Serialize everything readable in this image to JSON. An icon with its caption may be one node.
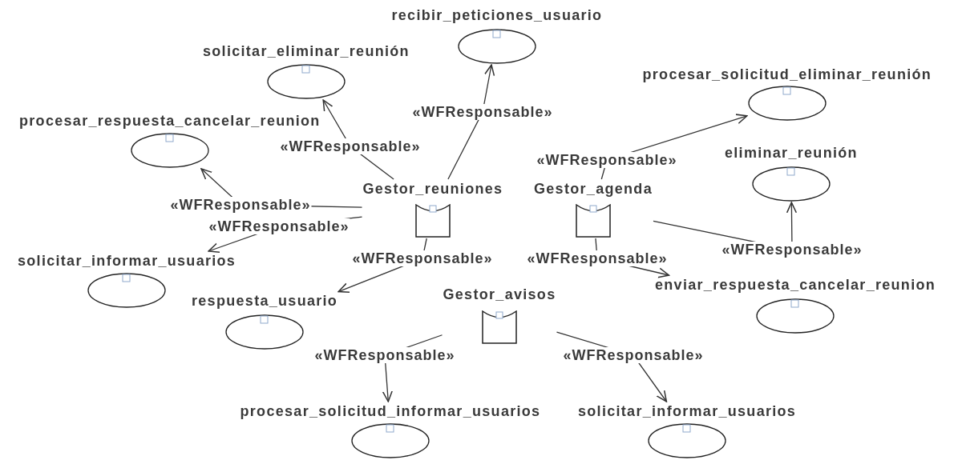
{
  "diagram": {
    "nodes": [
      {
        "text": [
          "recibir_peticiones_usuario"
        ]
      },
      {
        "text": [
          "solicitar_eliminar_reunión"
        ]
      },
      {
        "text": [
          "procesar_solicitud_eliminar_reunión"
        ]
      },
      {
        "text": [
          "procesar_respuesta_cancelar_reunion"
        ]
      },
      {
        "text": [
          "eliminar_reunión"
        ]
      },
      {
        "text": [
          "Gestor_reuniones"
        ]
      },
      {
        "text": [
          "Gestor_agenda"
        ]
      },
      {
        "text": [
          "solicitar_informar_usuarios"
        ]
      },
      {
        "text": [
          "enviar_respuesta_cancelar_reunion"
        ]
      },
      {
        "text": [
          "respuesta_usuario"
        ]
      },
      {
        "text": [
          "Gestor_avisos"
        ]
      },
      {
        "text": [
          "procesar_solicitud_informar_usuarios"
        ]
      },
      {
        "text": [
          "solicitar_informar_usuarios"
        ]
      }
    ],
    "edges": [
      {
        "from": 5,
        "to": 1,
        "arrow": "to",
        "label": "«WFResponsable»"
      },
      {
        "from": 5,
        "to": 0,
        "arrow": "to",
        "label": "«WFResponsable»"
      },
      {
        "from": 5,
        "to": 3,
        "arrow": "to",
        "label": "«WFResponsable»"
      },
      {
        "from": 5,
        "to": 7,
        "arrow": "to",
        "label": "«WFResponsable»"
      },
      {
        "from": 5,
        "to": 9,
        "arrow": "to",
        "label": "«WFResponsable»"
      },
      {
        "from": 6,
        "to": 2,
        "arrow": "to",
        "label": "«WFResponsable»"
      },
      {
        "from": 6,
        "to": 8,
        "arrow": "to",
        "label": "«WFResponsable»"
      },
      {
        "from": 6,
        "to": 4,
        "arrow": "to",
        "label": "«WFResponsable»"
      },
      {
        "from": 10,
        "to": 11,
        "arrow": "to",
        "label": "«WFResponsable»"
      },
      {
        "from": 10,
        "to": 12,
        "arrow": "to",
        "label": "«WFResponsable»"
      }
    ]
  }
}
